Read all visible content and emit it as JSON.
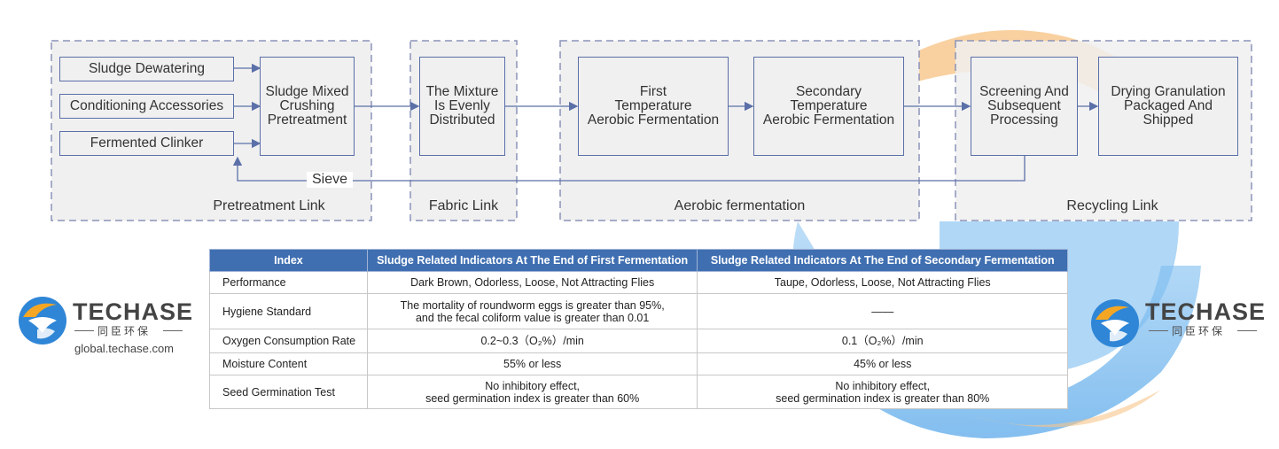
{
  "groups": [
    {
      "id": "pretreatment",
      "label": "Pretreatment Link"
    },
    {
      "id": "fabric",
      "label": "Fabric Link"
    },
    {
      "id": "aerobic",
      "label": "Aerobic fermentation"
    },
    {
      "id": "recycling",
      "label": "Recycling Link"
    }
  ],
  "nodes": {
    "sludge_dewatering": "Sludge Dewatering",
    "conditioning": "Conditioning Accessories",
    "fermented_clinker": "Fermented Clinker",
    "mixed_crushing": "Sludge Mixed\nCrushing\nPretreatment",
    "mixture": "The Mixture\nIs Evenly\nDistributed",
    "first_temp": "First\nTemperature\nAerobic Fermentation",
    "secondary_temp": "Secondary\nTemperature\nAerobic Fermentation",
    "screening": "Screening And\nSubsequent\nProcessing",
    "drying": "Drying Granulation\nPackaged And\nShipped"
  },
  "sieve_label": "Sieve",
  "table": {
    "headers": [
      "Index",
      "Sludge Related Indicators At The End of First Fermentation",
      "Sludge Related Indicators At The End of Secondary Fermentation"
    ],
    "rows": [
      [
        "Performance",
        "Dark Brown, Odorless, Loose, Not Attracting Flies",
        "Taupe, Odorless, Loose, Not Attracting Flies"
      ],
      [
        "Hygiene Standard",
        "The mortality of roundworm eggs is greater than 95%,\nand the fecal coliform value is greater than 0.01",
        "——"
      ],
      [
        "Oxygen Consumption Rate",
        "0.2~0.3（O₂%）/min",
        "0.1（O₂%）/min"
      ],
      [
        "Moisture Content",
        "55% or less",
        "45% or less"
      ],
      [
        "Seed Germination Test",
        "No inhibitory effect,\nseed germination index is greater than 60%",
        "No inhibitory effect,\nseed germination index is greater than 80%"
      ]
    ]
  },
  "brand": {
    "name": "TECHASE",
    "chinese": "同臣环保",
    "url": "global.techase.com"
  },
  "colors": {
    "accent": "#3f6fb1",
    "arrow": "#5b6fa8",
    "logo_blue": "#2f86d6",
    "logo_orange": "#f5a623"
  }
}
